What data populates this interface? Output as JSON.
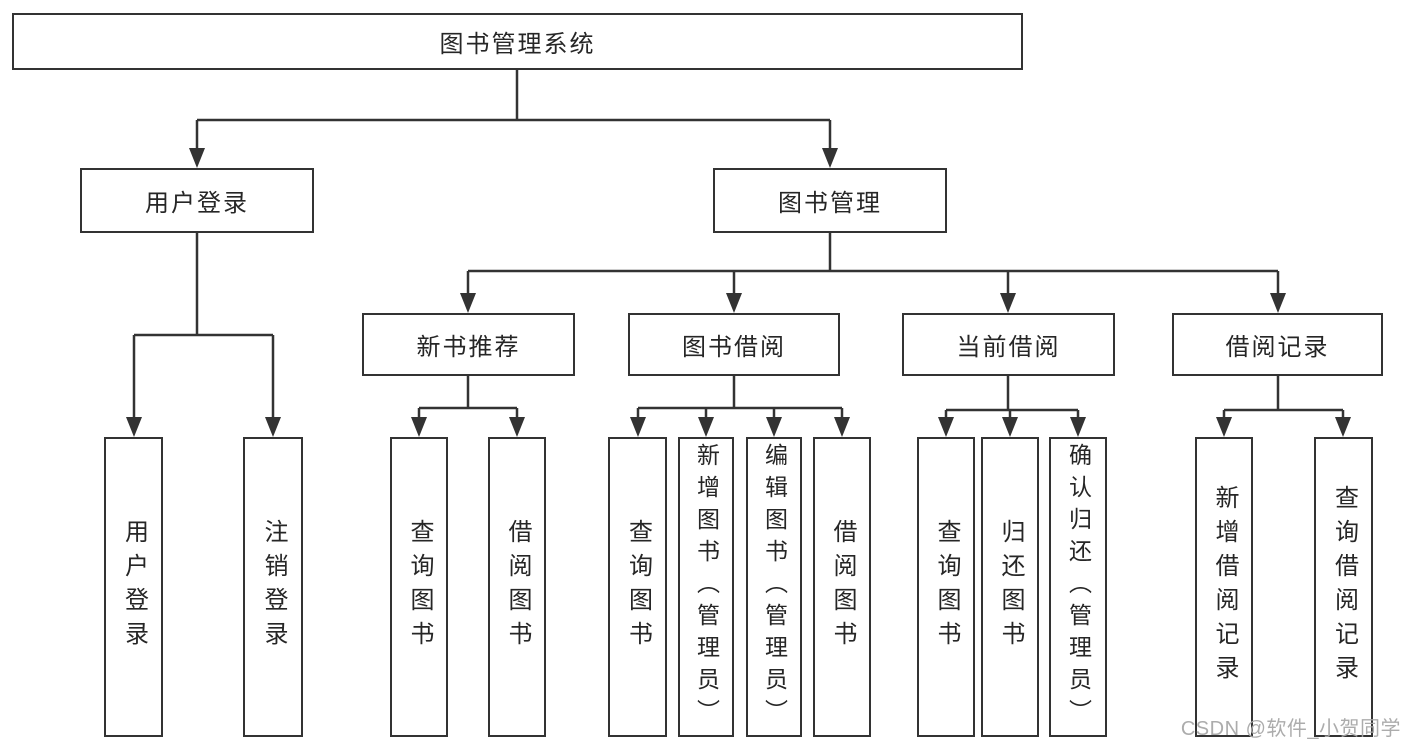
{
  "tree": {
    "label": "图书管理系统",
    "children": [
      {
        "label": "用户登录",
        "children": [
          {
            "label": "用户登录"
          },
          {
            "label": "注销登录"
          }
        ]
      },
      {
        "label": "图书管理",
        "children": [
          {
            "label": "新书推荐",
            "children": [
              {
                "label": "查询图书"
              },
              {
                "label": "借阅图书"
              }
            ]
          },
          {
            "label": "图书借阅",
            "children": [
              {
                "label": "查询图书"
              },
              {
                "label": "新增图书（管理员）"
              },
              {
                "label": "编辑图书（管理员）"
              },
              {
                "label": "借阅图书"
              }
            ]
          },
          {
            "label": "当前借阅",
            "children": [
              {
                "label": "查询图书"
              },
              {
                "label": "归还图书"
              },
              {
                "label": "确认归还（管理员）"
              }
            ]
          },
          {
            "label": "借阅记录",
            "children": [
              {
                "label": "新增借阅记录"
              },
              {
                "label": "查询借阅记录"
              }
            ]
          }
        ]
      }
    ]
  },
  "watermark": {
    "text": "CSDN @软件_小贺同学"
  },
  "colors": {
    "line": "#333333",
    "text": "#262626",
    "watermark": "#a8a8a8",
    "background": "#ffffff"
  }
}
